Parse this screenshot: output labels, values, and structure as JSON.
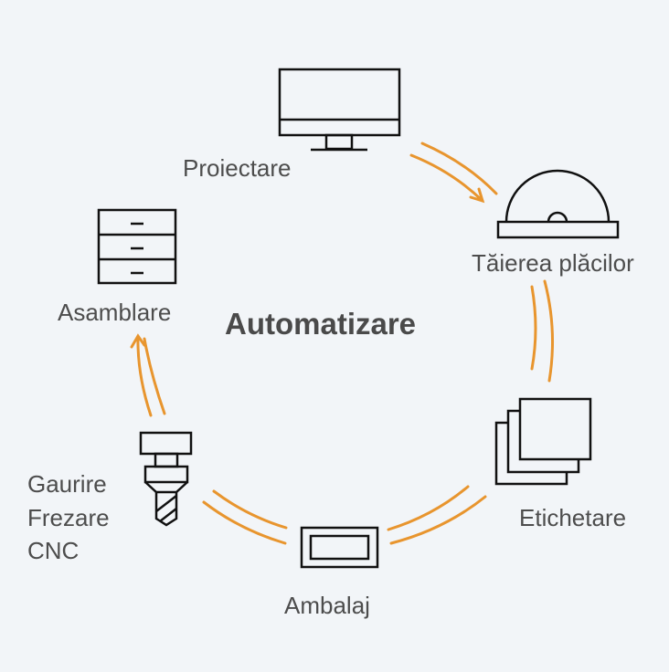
{
  "title": "Automatizare",
  "colors": {
    "arrow": "#e8952e",
    "icon": "#111111",
    "text": "#4d4d4d",
    "background": "#f2f5f8"
  },
  "steps": [
    {
      "label": "Proiectare",
      "icon": "monitor-icon"
    },
    {
      "label": "Tăierea plăcilor",
      "icon": "panel-saw-icon"
    },
    {
      "label": "Etichetare",
      "icon": "labels-stack-icon"
    },
    {
      "label": "Ambalaj",
      "icon": "package-icon"
    },
    {
      "label_lines": [
        "Gaurire",
        "Frezare",
        "CNC"
      ],
      "icon": "drill-bit-icon"
    },
    {
      "label": "Asamblare",
      "icon": "drawer-cabinet-icon"
    }
  ]
}
